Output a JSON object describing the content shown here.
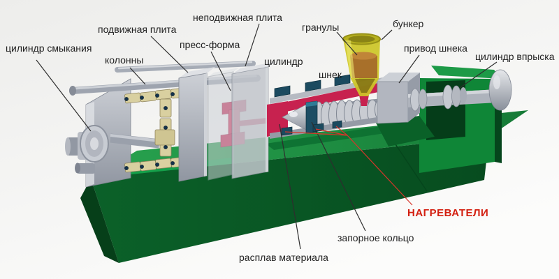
{
  "labels": [
    {
      "id": "clamp-cylinder",
      "text": "цилиндр смыкания"
    },
    {
      "id": "moving-platen",
      "text": "подвижная плита"
    },
    {
      "id": "fixed-platen",
      "text": "неподвижная плита"
    },
    {
      "id": "mold",
      "text": "пресс-форма"
    },
    {
      "id": "columns",
      "text": "колонны"
    },
    {
      "id": "barrel",
      "text": "цилиндр"
    },
    {
      "id": "granules",
      "text": "гранулы"
    },
    {
      "id": "hopper",
      "text": "бункер"
    },
    {
      "id": "screw-drive",
      "text": "привод шнека"
    },
    {
      "id": "injection-cylinder",
      "text": "цилиндр впрыска"
    },
    {
      "id": "screw",
      "text": "шнек"
    },
    {
      "id": "check-ring",
      "text": "запорное кольцо"
    },
    {
      "id": "melt",
      "text": "расплав материала"
    },
    {
      "id": "heaters",
      "text": "НАГРЕВАТЕЛИ"
    }
  ],
  "colors": {
    "background": "#f2f2f0",
    "label_text": "#212121",
    "heaters_label": "#d32011",
    "leader": "#2e2e2e",
    "heater_leader": "#d6352a",
    "base_green_top": "#1f9a45",
    "base_green_front": "#0b6129",
    "tower_green": "#0f8637",
    "melt_red": "#c7224f",
    "hopper_yellow": "#cdc526",
    "granules_orange": "#a8702a",
    "heater_teal": "#1b4a5f",
    "metal_gray": "#b9bdc5",
    "toggle_beige": "#d9d0a0"
  }
}
